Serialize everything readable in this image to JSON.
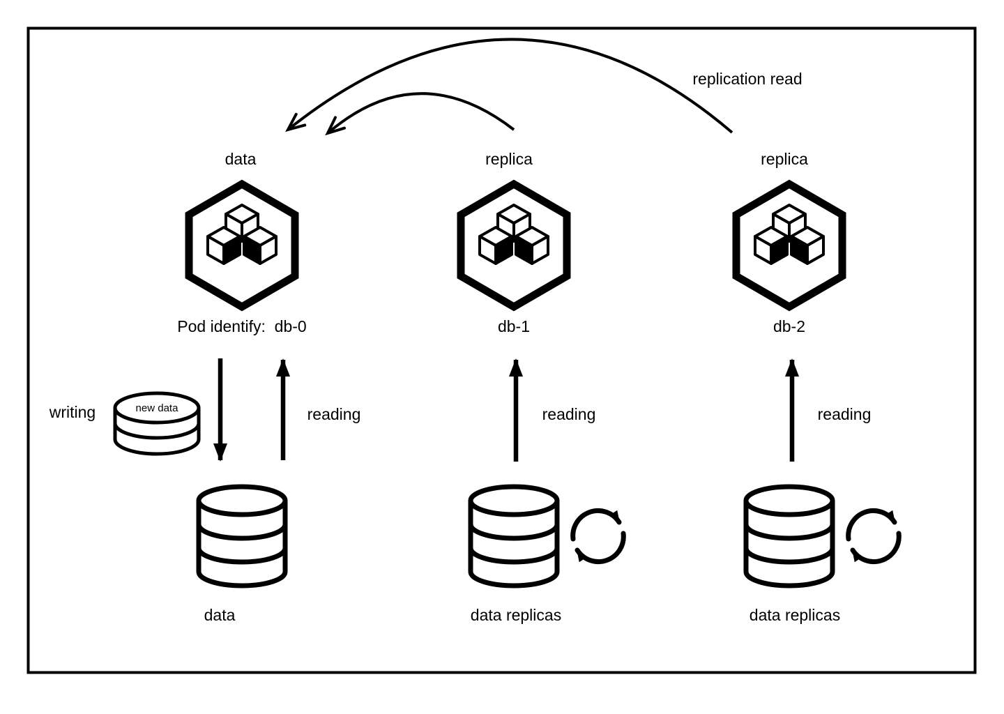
{
  "colors": {
    "foreground": "#000000",
    "background": "#ffffff"
  },
  "icons": {
    "pod": "hexagon-cubes-icon",
    "database": "database-cylinder-icon",
    "sync": "sync-arrows-icon",
    "new_data": "new-data-cylinder-icon",
    "arrow": "arrow-icon"
  },
  "diagram": {
    "replication_read_label": "replication read",
    "writing_label": "writing",
    "new_data_label": "new data",
    "columns": [
      {
        "top_label": "data",
        "pod_label": "Pod identify:  db-0",
        "reading_label": "reading",
        "db_label": "data"
      },
      {
        "top_label": "replica",
        "pod_label": "db-1",
        "reading_label": "reading",
        "db_label": "data replicas"
      },
      {
        "top_label": "replica",
        "pod_label": "db-2",
        "reading_label": "reading",
        "db_label": "data replicas"
      }
    ]
  }
}
